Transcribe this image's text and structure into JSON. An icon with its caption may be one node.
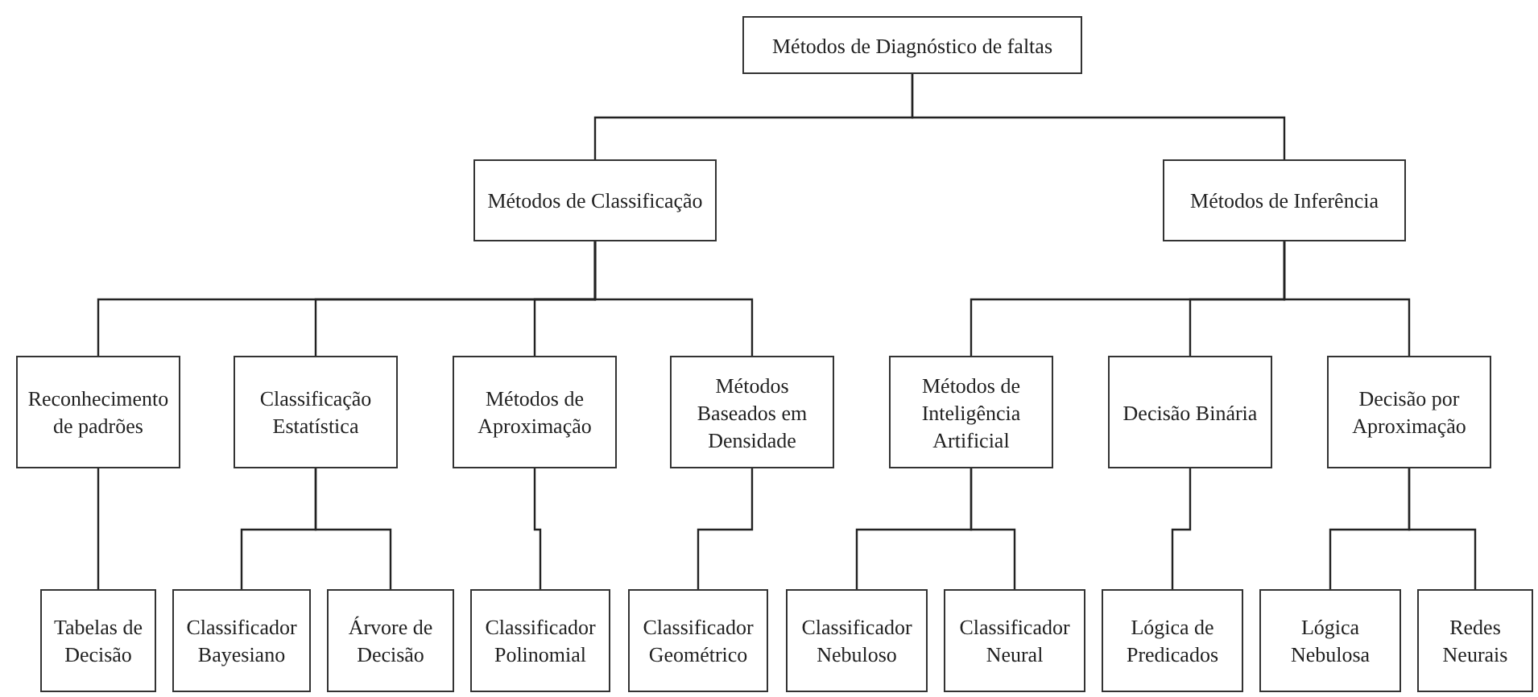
{
  "diagram": {
    "nodes": [
      {
        "text": [
          "Métodos de Diagnóstico de faltas"
        ]
      },
      {
        "text": [
          "Métodos de Classificação"
        ]
      },
      {
        "text": [
          "Métodos de Inferência"
        ]
      },
      {
        "text": [
          "Reconhecimento de padrões"
        ]
      },
      {
        "text": [
          "Classificação Estatística"
        ]
      },
      {
        "text": [
          "Métodos de Aproximação"
        ]
      },
      {
        "text": [
          "Métodos Baseados em Densidade"
        ]
      },
      {
        "text": [
          "Métodos de Inteligência Artificial"
        ]
      },
      {
        "text": [
          "Decisão Binária"
        ]
      },
      {
        "text": [
          "Decisão por Aproximação"
        ]
      },
      {
        "text": [
          "Tabelas de Decisão"
        ]
      },
      {
        "text": [
          "Classificador Bayesiano"
        ]
      },
      {
        "text": [
          "Árvore de Decisão"
        ]
      },
      {
        "text": [
          "Classificador Polinomial"
        ]
      },
      {
        "text": [
          "Classificador Geométrico"
        ]
      },
      {
        "text": [
          "Classificador Nebuloso"
        ]
      },
      {
        "text": [
          "Classificador Neural"
        ]
      },
      {
        "text": [
          "Lógica de Predicados"
        ]
      },
      {
        "text": [
          "Lógica Nebulosa"
        ]
      },
      {
        "text": [
          "Redes Neurais"
        ]
      }
    ],
    "edges": [
      {
        "from": 0,
        "to": 1,
        "arrow": "none"
      },
      {
        "from": 0,
        "to": 2,
        "arrow": "none"
      },
      {
        "from": 1,
        "to": 3,
        "arrow": "none"
      },
      {
        "from": 1,
        "to": 4,
        "arrow": "none"
      },
      {
        "from": 1,
        "to": 5,
        "arrow": "none"
      },
      {
        "from": 1,
        "to": 6,
        "arrow": "none"
      },
      {
        "from": 2,
        "to": 7,
        "arrow": "none"
      },
      {
        "from": 2,
        "to": 8,
        "arrow": "none"
      },
      {
        "from": 2,
        "to": 9,
        "arrow": "none"
      },
      {
        "from": 3,
        "to": 10,
        "arrow": "none"
      },
      {
        "from": 4,
        "to": 11,
        "arrow": "none"
      },
      {
        "from": 4,
        "to": 12,
        "arrow": "none"
      },
      {
        "from": 5,
        "to": 13,
        "arrow": "none"
      },
      {
        "from": 6,
        "to": 14,
        "arrow": "none"
      },
      {
        "from": 7,
        "to": 15,
        "arrow": "none"
      },
      {
        "from": 7,
        "to": 16,
        "arrow": "none"
      },
      {
        "from": 8,
        "to": 17,
        "arrow": "none"
      },
      {
        "from": 9,
        "to": 18,
        "arrow": "none"
      },
      {
        "from": 9,
        "to": 19,
        "arrow": "none"
      }
    ]
  }
}
